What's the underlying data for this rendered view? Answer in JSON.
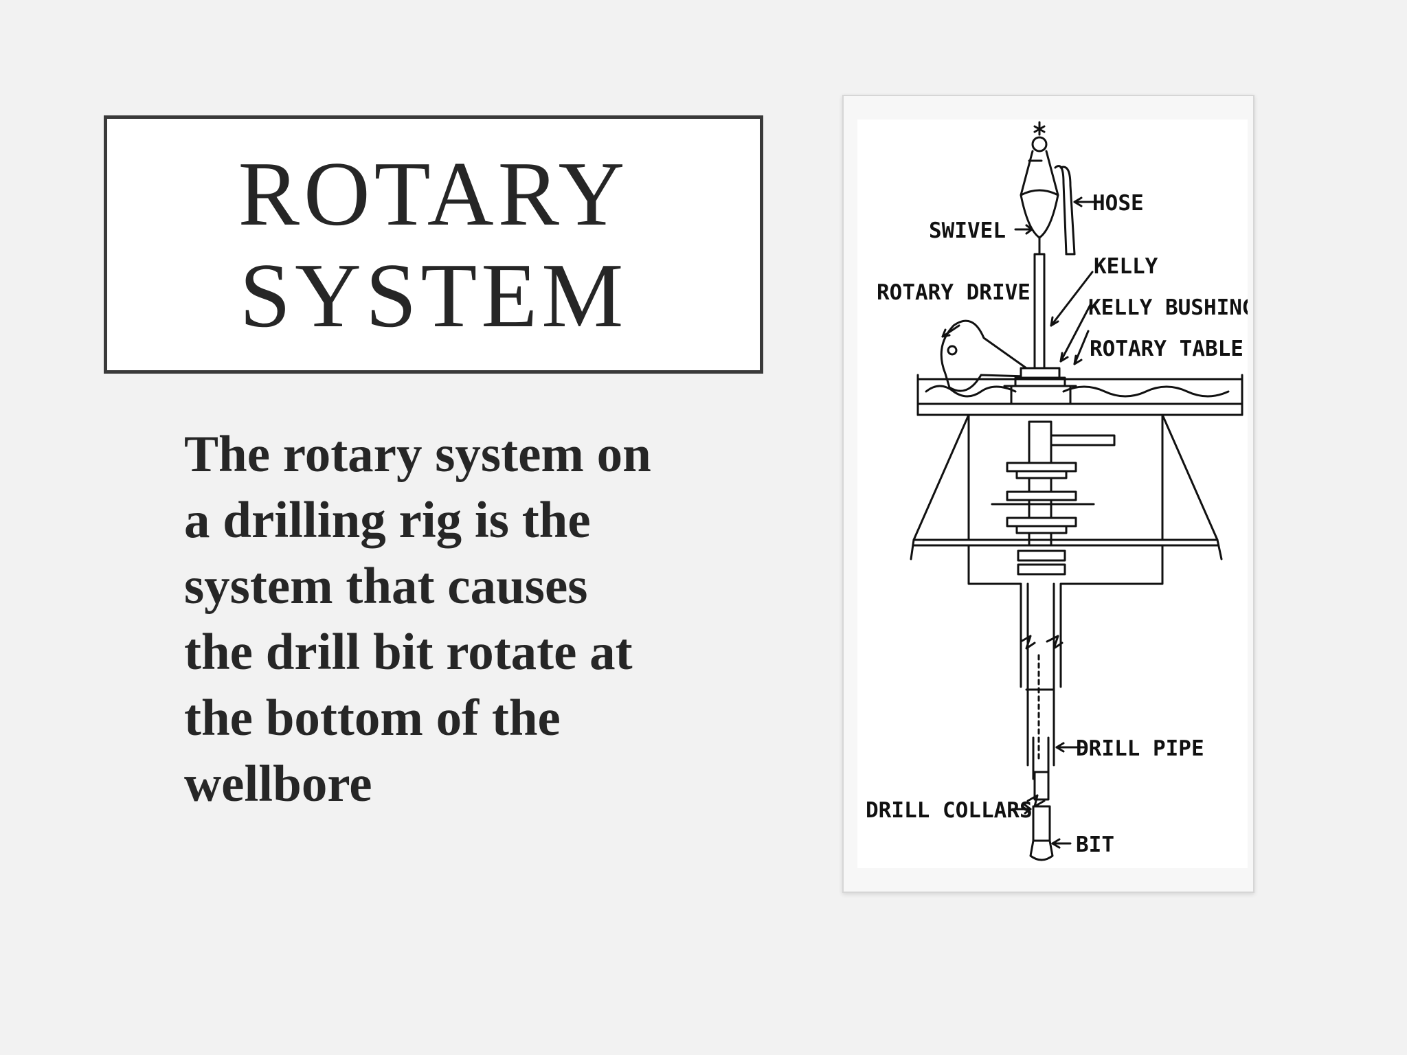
{
  "slide": {
    "title_lines": [
      "ROTARY",
      "SYSTEM"
    ],
    "body_lines": [
      "The rotary system on",
      "a drilling rig is the",
      "system that causes",
      "the drill bit rotate at",
      "the bottom of the",
      "wellbore"
    ]
  },
  "diagram": {
    "labels": {
      "hose": "HOSE",
      "swivel": "SWIVEL",
      "kelly": "KELLY",
      "rotary_drive": "ROTARY DRIVE",
      "kelly_bushing": "KELLY BUSHING",
      "rotary_table": "ROTARY TABLE",
      "drill_pipe": "DRILL PIPE",
      "drill_collars": "DRILL COLLARS",
      "bit": "BIT"
    }
  },
  "colors": {
    "background": "#f2f2f2",
    "text": "#262626",
    "border": "#3a3a3a"
  }
}
